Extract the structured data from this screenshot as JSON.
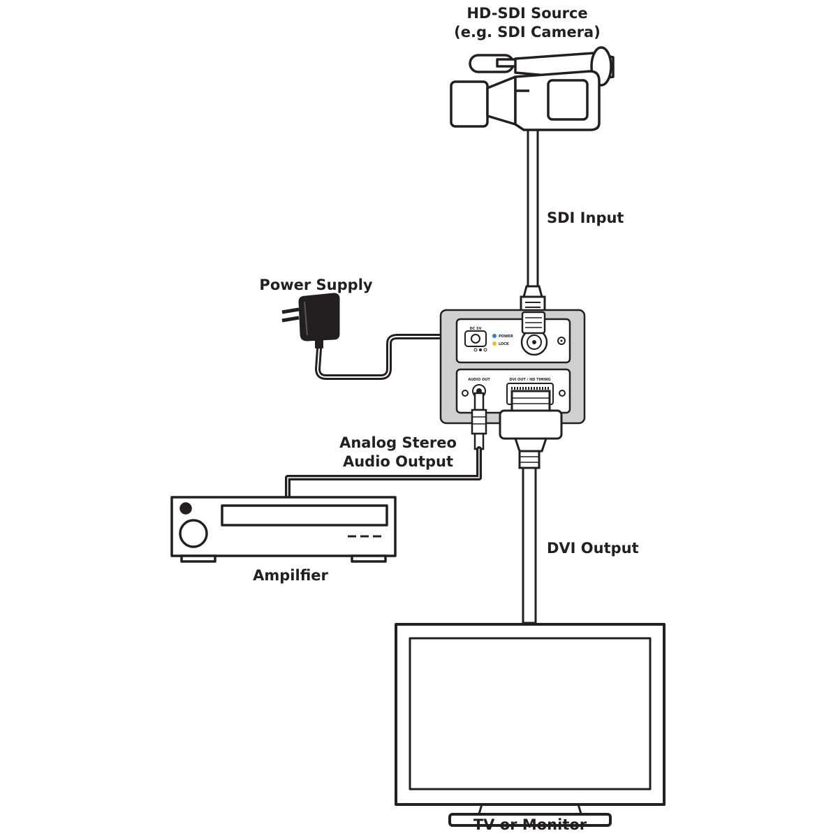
{
  "labels": {
    "source_line1": "HD-SDI Source",
    "source_line2": "(e.g. SDI Camera)",
    "sdi_input": "SDI Input",
    "power_supply": "Power Supply",
    "audio_line1": "Analog Stereo",
    "audio_line2": "Audio Output",
    "amplifier": "Ampilfier",
    "dvi_output": "DVI Output",
    "tv_monitor": "TV or Monitor"
  },
  "converter": {
    "dc_label": "DC 5V",
    "power_led_label": "POWER",
    "lock_led_label": "LOCK",
    "audio_out_label": "AUDIO OUT",
    "dvi_label": "DVI OUT / HD TIMING"
  },
  "colors": {
    "line": "#231f20",
    "converter_body": "#cfd0d2",
    "power_led": "#2e7fc1",
    "lock_led": "#e8c21c"
  }
}
